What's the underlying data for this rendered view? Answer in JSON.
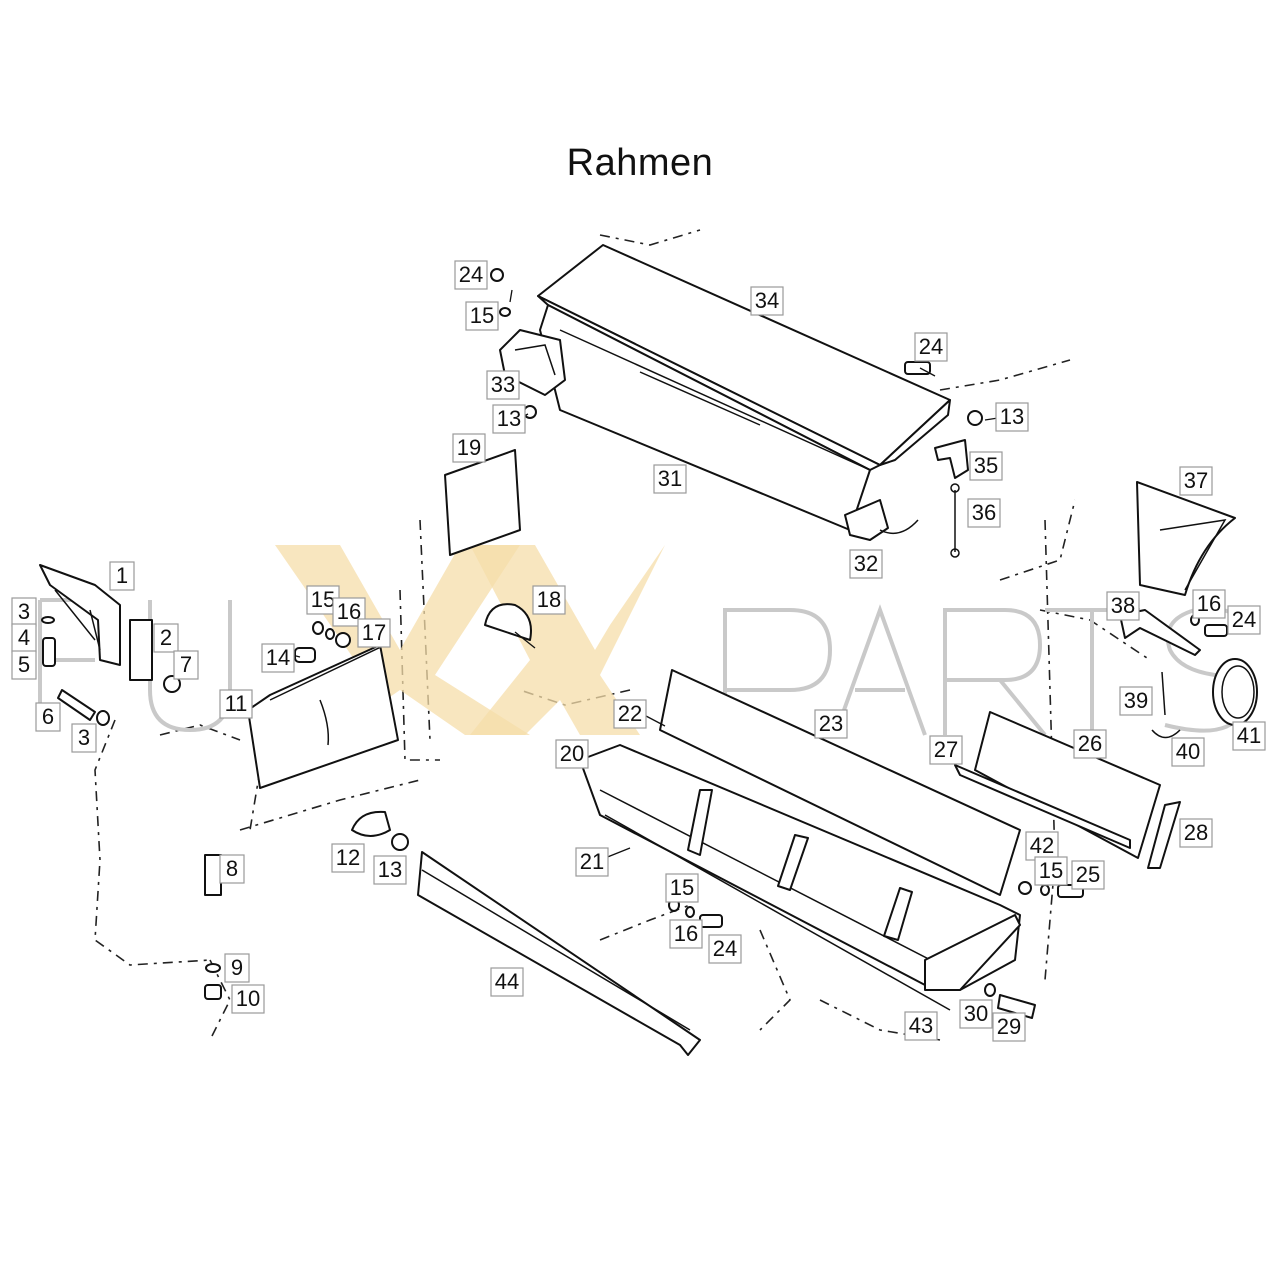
{
  "title": "Rahmen",
  "watermark": {
    "brand": "FUXX PARTS",
    "accent_color": "#f6deaa",
    "outline_color": "#c9c9c9"
  },
  "callouts": [
    {
      "label": "1"
    },
    {
      "label": "2"
    },
    {
      "label": "3"
    },
    {
      "label": "4"
    },
    {
      "label": "5"
    },
    {
      "label": "6"
    },
    {
      "label": "3"
    },
    {
      "label": "7"
    },
    {
      "label": "8"
    },
    {
      "label": "9"
    },
    {
      "label": "10"
    },
    {
      "label": "11"
    },
    {
      "label": "12"
    },
    {
      "label": "13"
    },
    {
      "label": "14"
    },
    {
      "label": "15"
    },
    {
      "label": "16"
    },
    {
      "label": "17"
    },
    {
      "label": "18"
    },
    {
      "label": "19"
    },
    {
      "label": "20"
    },
    {
      "label": "21"
    },
    {
      "label": "22"
    },
    {
      "label": "23"
    },
    {
      "label": "24"
    },
    {
      "label": "15"
    },
    {
      "label": "33"
    },
    {
      "label": "13"
    },
    {
      "label": "34"
    },
    {
      "label": "31"
    },
    {
      "label": "24"
    },
    {
      "label": "13"
    },
    {
      "label": "35"
    },
    {
      "label": "36"
    },
    {
      "label": "32"
    },
    {
      "label": "37"
    },
    {
      "label": "38"
    },
    {
      "label": "16"
    },
    {
      "label": "24"
    },
    {
      "label": "39"
    },
    {
      "label": "40"
    },
    {
      "label": "41"
    },
    {
      "label": "26"
    },
    {
      "label": "27"
    },
    {
      "label": "28"
    },
    {
      "label": "42"
    },
    {
      "label": "15"
    },
    {
      "label": "25"
    },
    {
      "label": "15"
    },
    {
      "label": "16"
    },
    {
      "label": "24"
    },
    {
      "label": "43"
    },
    {
      "label": "30"
    },
    {
      "label": "29"
    },
    {
      "label": "44"
    }
  ]
}
